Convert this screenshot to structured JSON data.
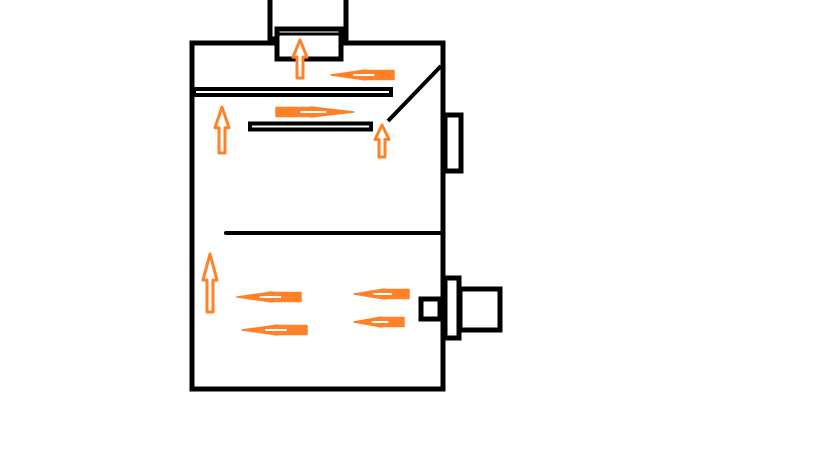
{
  "colors": {
    "outline": "#000000",
    "airflow_arrow": "#ff8228",
    "background": "#ffffff"
  },
  "arrows": [
    {
      "id": "outlet-up",
      "direction": "up"
    },
    {
      "id": "top-return-left",
      "direction": "left"
    },
    {
      "id": "upper-left-up",
      "direction": "up"
    },
    {
      "id": "baffle-right",
      "direction": "right"
    },
    {
      "id": "diagonal-up",
      "direction": "up"
    },
    {
      "id": "lower-left-up",
      "direction": "up"
    },
    {
      "id": "lower-left-1",
      "direction": "left"
    },
    {
      "id": "lower-left-2",
      "direction": "left"
    },
    {
      "id": "fan-left-1",
      "direction": "left"
    },
    {
      "id": "fan-left-2",
      "direction": "left"
    }
  ]
}
